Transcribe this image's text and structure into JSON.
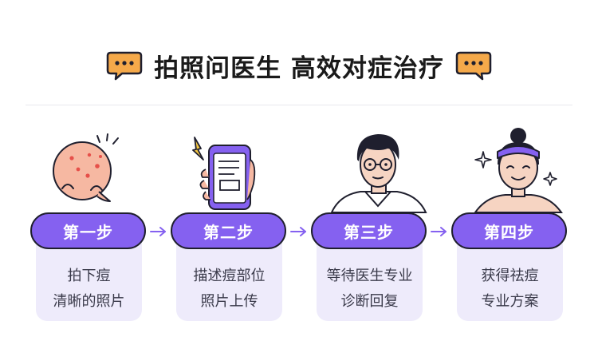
{
  "header": {
    "title": "拍照问医生 高效对症治疗",
    "left_icon": "chat-bubble-icon",
    "right_icon": "chat-bubble-icon"
  },
  "colors": {
    "accent": "#8561f0",
    "card_bg": "#eeebfb",
    "bubble": "#f5a94a",
    "outline": "#1f1f2e"
  },
  "steps": [
    {
      "label": "第一步",
      "line1": "拍下痘",
      "line2": "清晰的照片",
      "illustration": "acne-skin-icon"
    },
    {
      "label": "第二步",
      "line1": "描述痘部位",
      "line2": "照片上传",
      "illustration": "phone-upload-icon"
    },
    {
      "label": "第三步",
      "line1": "等待医生专业",
      "line2": "诊断回复",
      "illustration": "doctor-icon"
    },
    {
      "label": "第四步",
      "line1": "获得祛痘",
      "line2": "专业方案",
      "illustration": "happy-woman-icon"
    }
  ]
}
